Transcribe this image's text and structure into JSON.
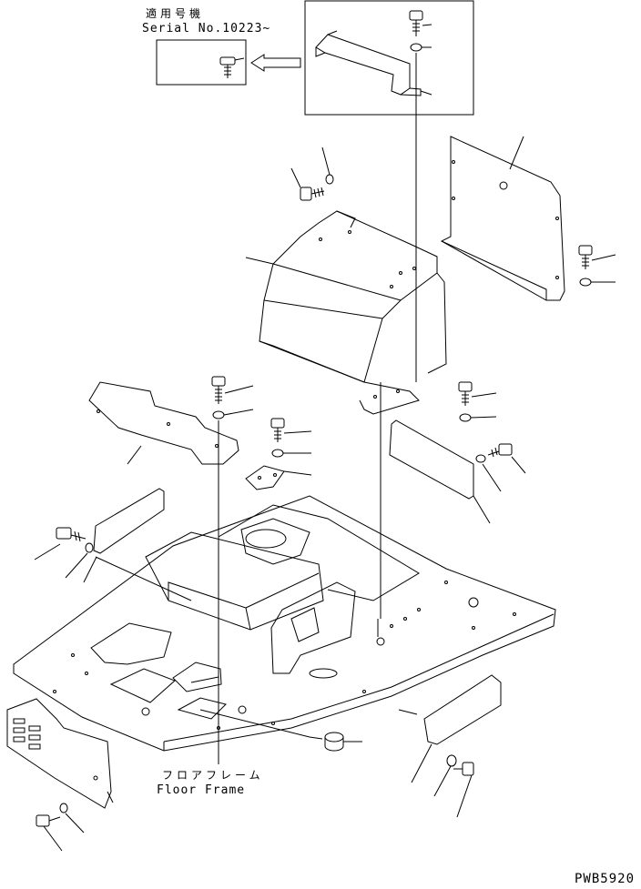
{
  "diagram": {
    "applicable_serial": {
      "label_jp": "適用号機",
      "label_en": "Serial No.10223~"
    },
    "floor_frame": {
      "label_jp": "フロアフレーム",
      "label_en": "Floor Frame"
    },
    "drawing_code": "PWB5920"
  },
  "style": {
    "line_color": "#000000",
    "background": "#ffffff"
  }
}
